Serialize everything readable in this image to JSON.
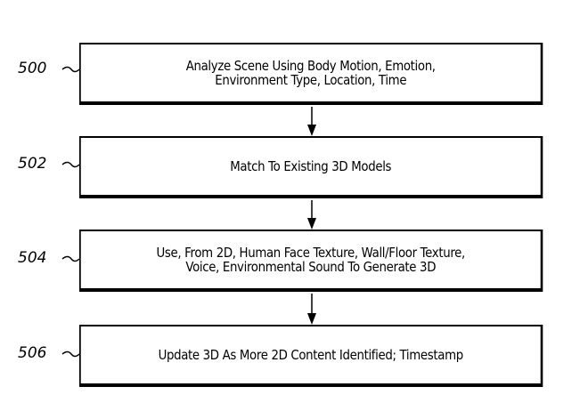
{
  "steps": [
    {
      "ref": "500",
      "text_line1": "Analyze Scene Using Body Motion, Emotion,",
      "text_line2": "Environment Type, Location, Time"
    },
    {
      "ref": "502",
      "text_line1": "Match To Existing 3D Models",
      "text_line2": ""
    },
    {
      "ref": "504",
      "text_line1": "Use, From 2D, Human Face Texture, Wall/Floor Texture,",
      "text_line2": "Voice, Environmental Sound To Generate 3D"
    },
    {
      "ref": "506",
      "text_line1": "Update 3D As More 2D Content Identified; Timestamp",
      "text_line2": ""
    }
  ]
}
